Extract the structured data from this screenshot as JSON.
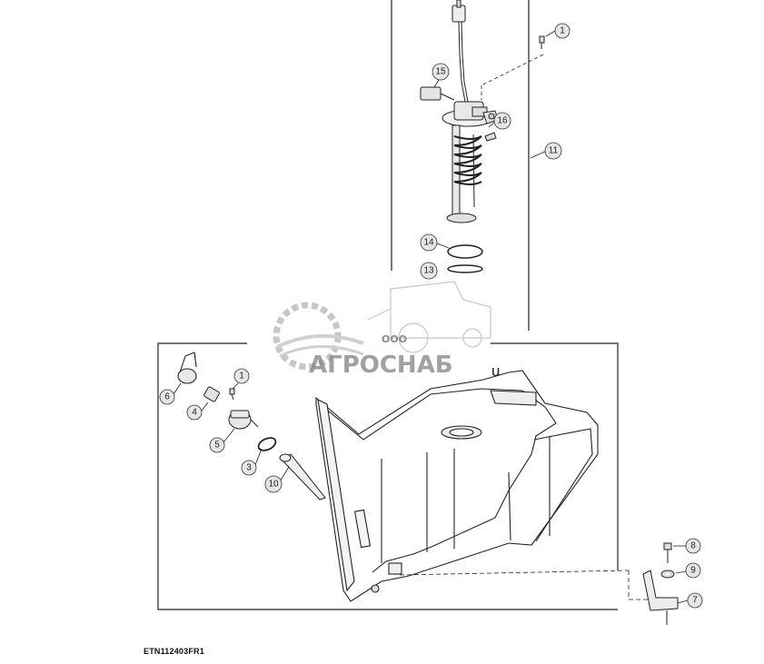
{
  "reference_code": "ETN112403FR1",
  "watermark": {
    "prefix": "ООО",
    "name": "АГРОСНАБ",
    "suffix": "u"
  },
  "callouts": {
    "c1_top": "1",
    "c15": "15",
    "c16": "16",
    "c11": "11",
    "c14": "14",
    "c13": "13",
    "c1_low": "1",
    "c6": "6",
    "c4": "4",
    "c5": "5",
    "c3": "3",
    "c10": "10",
    "c8": "8",
    "c9": "9",
    "c7": "7"
  }
}
